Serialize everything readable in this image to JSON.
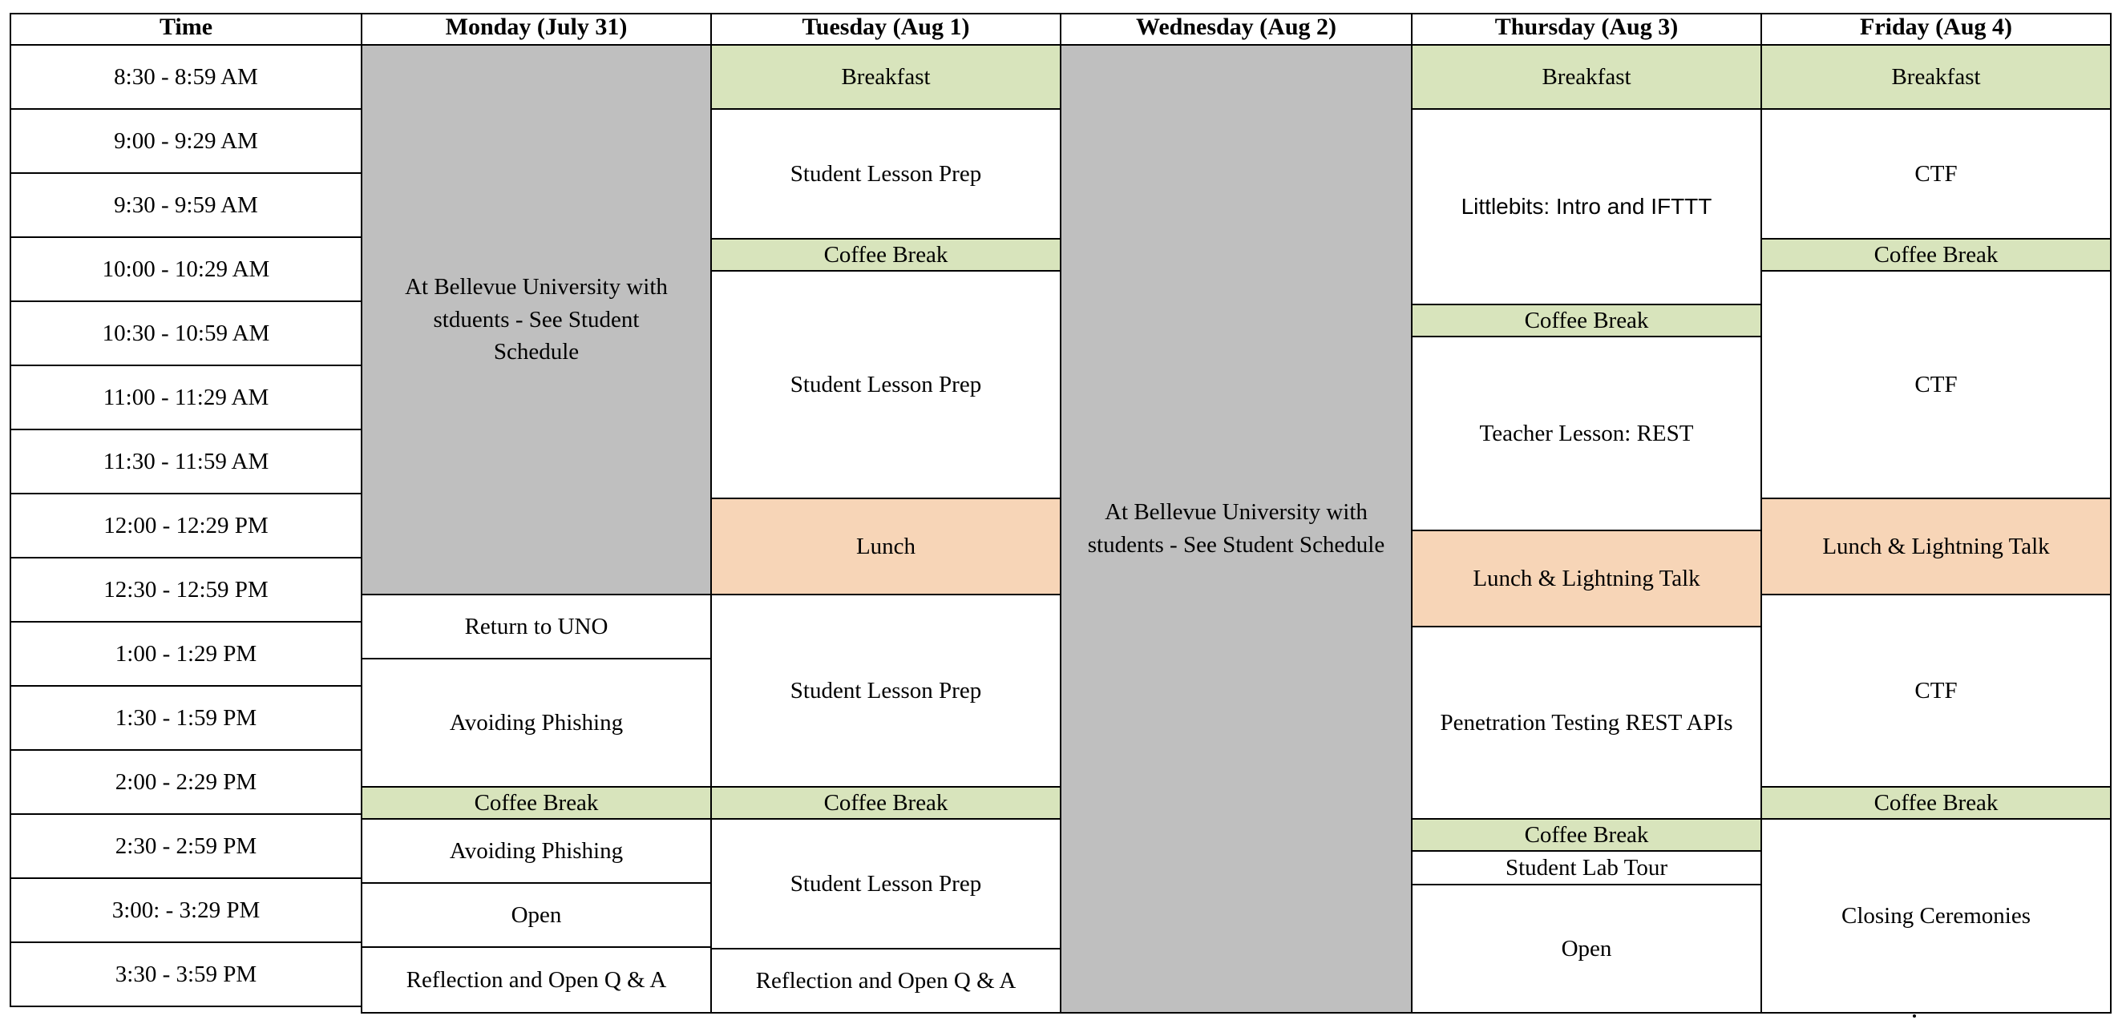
{
  "headers": {
    "time": "Time",
    "mon": "Monday (July 31)",
    "tue": "Tuesday (Aug 1)",
    "wed": "Wednesday (Aug 2)",
    "thu": "Thursday (Aug 3)",
    "fri": "Friday (Aug 4)"
  },
  "times": [
    "8:30 - 8:59 AM",
    "9:00 - 9:29 AM",
    "9:30 - 9:59 AM",
    "10:00 - 10:29 AM",
    "10:30 - 10:59 AM",
    "11:00 - 11:29 AM",
    "11:30 - 11:59 AM",
    "12:00 - 12:29 PM",
    "12:30 - 12:59 PM",
    "1:00 - 1:29 PM",
    "1:30 - 1:59 PM",
    "2:00 - 2:29 PM",
    "2:30 - 2:59 PM",
    "3:00: - 3:29 PM",
    "3:30 - 3:59 PM"
  ],
  "colors": {
    "gray": "#bfbfbf",
    "green": "#d8e4bc",
    "peach": "#f7d5b7",
    "border": "#000000"
  },
  "monday": {
    "bellevue": "At Bellevue University with stduents - See Student Schedule",
    "return": "Return to UNO",
    "phishing1": "Avoiding Phishing",
    "coffee": "Coffee Break",
    "phishing2": "Avoiding Phishing",
    "open": "Open",
    "reflection": "Reflection and Open Q & A"
  },
  "tuesday": {
    "breakfast": "Breakfast",
    "prep1": "Student Lesson Prep",
    "coffee1": "Coffee Break",
    "prep2": "Student Lesson Prep",
    "lunch": "Lunch",
    "prep3": "Student Lesson Prep",
    "coffee2": "Coffee Break",
    "prep4": "Student Lesson Prep",
    "reflection": "Reflection and Open Q & A"
  },
  "wednesday": {
    "bellevue": "At Bellevue University with students - See Student Schedule"
  },
  "thursday": {
    "breakfast": "Breakfast",
    "littlebits": "Littlebits: Intro and IFTTT",
    "coffee1": "Coffee Break",
    "rest": "Teacher Lesson: REST",
    "lunch": "Lunch & Lightning Talk",
    "pentest": "Penetration Testing REST APIs",
    "coffee2": "Coffee Break",
    "labtour": "Student Lab Tour",
    "open": "Open"
  },
  "friday": {
    "breakfast": "Breakfast",
    "ctf1": "CTF",
    "coffee1": "Coffee Break",
    "ctf2": "CTF",
    "lunch": "Lunch & Lightning Talk",
    "ctf3": "CTF",
    "coffee2": "Coffee Break",
    "closing": "Closing Ceremonies"
  }
}
